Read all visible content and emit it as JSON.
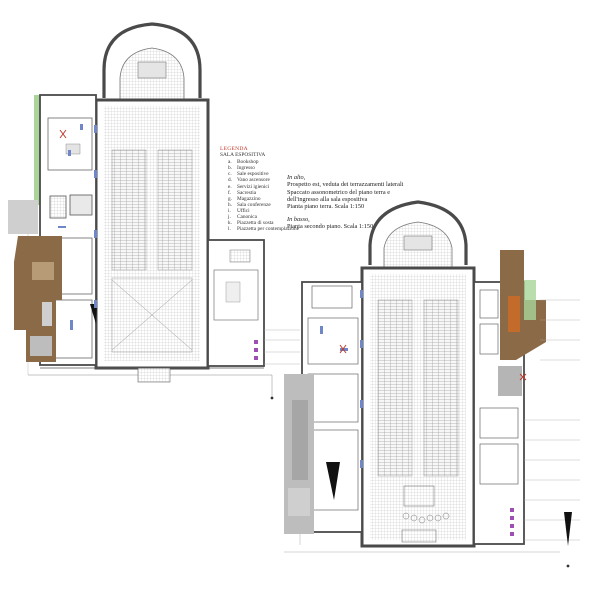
{
  "legend": {
    "title": "LEGENDA",
    "subtitle": "SALA ESPOSITIVA",
    "items": [
      {
        "key": "a.",
        "label": "Bookshop"
      },
      {
        "key": "b.",
        "label": "Ingresso"
      },
      {
        "key": "c.",
        "label": "Sale espositive"
      },
      {
        "key": "d.",
        "label": "Vano ascensore"
      },
      {
        "key": "e.",
        "label": "Servizi igienici"
      },
      {
        "key": "f.",
        "label": "Sacrestia"
      },
      {
        "key": "g.",
        "label": "Magazzino"
      },
      {
        "key": "h.",
        "label": "Sala conferenze"
      },
      {
        "key": "i.",
        "label": "Uffici"
      },
      {
        "key": "j.",
        "label": "Canonica"
      },
      {
        "key": "k.",
        "label": "Piazzetta di sosta"
      },
      {
        "key": "l.",
        "label": "Piazzetta per contemplazione"
      }
    ]
  },
  "caption_top": {
    "heading": "In alto,",
    "lines": [
      "Prospetto est, veduta dei terrazzamenti laterali",
      "Spaccato assonometrico del piano terra e",
      "dell'ingresso alla sala espositiva",
      "Pianta piano terra. Scala 1:150"
    ]
  },
  "caption_bottom": {
    "heading": "In basso,",
    "lines": [
      "Pianta secondo piano. Scala 1:150"
    ]
  },
  "colors": {
    "wall": "#4a4a4a",
    "floor_tile": "#cfcfcf",
    "terrace_brown": "#8b6a47",
    "terrace_light": "#b79a76",
    "garden_green": "#a9d49a",
    "grey_fill": "#bdbdbd",
    "window_blue": "#6f86c9",
    "accent_red": "#c0392b",
    "purple": "#9b4fb0"
  }
}
